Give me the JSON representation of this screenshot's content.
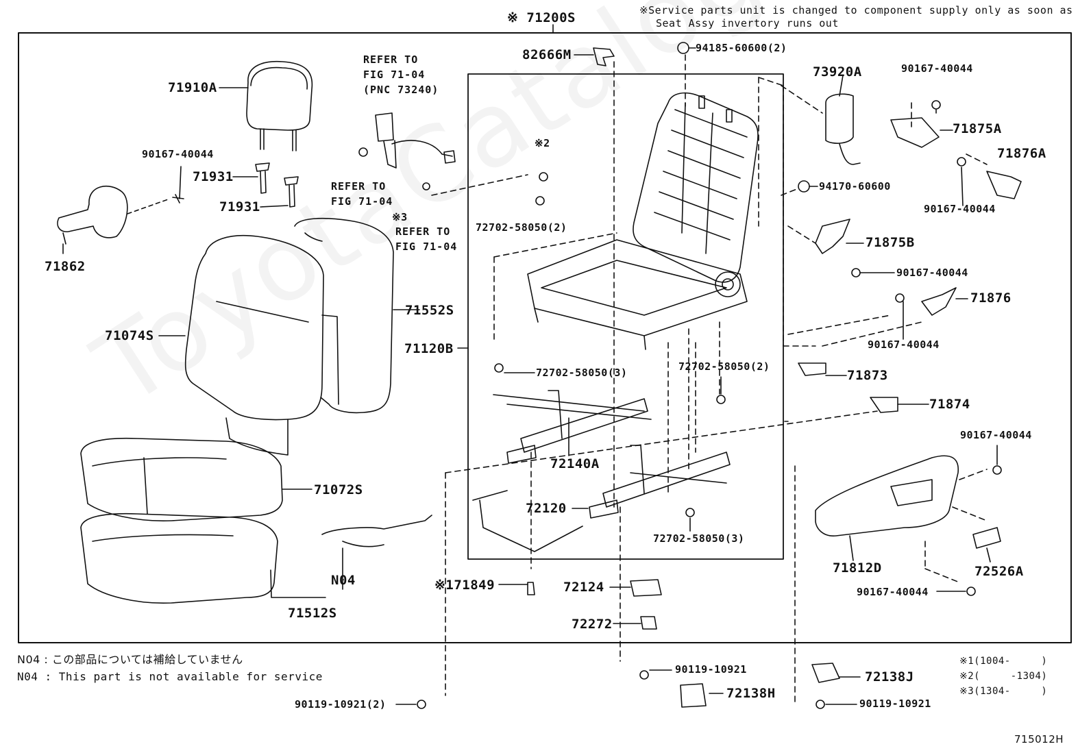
{
  "watermark": "ToyotaCatalog.ru",
  "service_note": [
    "※Service parts unit is changed to component supply only as soon as",
    "Seat Assy invertory runs out"
  ],
  "parts": {
    "assy": "※ 71200S",
    "p82666M": "82666M",
    "p94185": "94185-60600(2)",
    "p73920A": "73920A",
    "p90167_a": "90167-40044",
    "p71875A": "71875A",
    "p71876A": "71876A",
    "p90167_b": "90167-40044",
    "p94170": "94170-60600",
    "p71875B": "71875B",
    "p90167_c": "90167-40044",
    "p71876": "71876",
    "p90167_d": "90167-40044",
    "p71873": "71873",
    "p71874": "71874",
    "p90167_e": "90167-40044",
    "p71812D": "71812D",
    "p72526A": "72526A",
    "p90167_f": "90167-40044",
    "p71910A": "71910A",
    "p90167_g": "90167-40044",
    "p71931_a": "71931",
    "p71931_b": "71931",
    "p71862": "71862",
    "p71074S": "71074S",
    "p71552S": "71552S",
    "p71120B": "71120B",
    "p72702_a": "72702-58050(2)",
    "mark2": "※2",
    "mark3": "※3",
    "p72702_b": "72702-58050(3)",
    "p72702_c": "72702-58050(2)",
    "p72140A": "72140A",
    "p72120": "72120",
    "p72702_d": "72702-58050(3)",
    "p71072S": "71072S",
    "p71512S": "71512S",
    "pN04": "N04",
    "p171849": "※171849",
    "p72124": "72124",
    "p72272": "72272",
    "p90119_a": "90119-10921",
    "p72138H": "72138H",
    "p72138J": "72138J",
    "p90119_b": "90119-10921",
    "p90119_c": "90119-10921(2)"
  },
  "refs": {
    "ref1": [
      "REFER TO",
      "FIG 71-04",
      "(PNC 73240)"
    ],
    "ref2": [
      "REFER TO",
      "FIG 71-04"
    ],
    "ref3": [
      "REFER TO",
      "FIG 71-04"
    ]
  },
  "notes": {
    "n04_jp": "N04 : この部品については補給していません",
    "n04_en": "N04 : This part is not available for service"
  },
  "symbols": [
    "※1(1004-     )",
    "※2(     -1304)",
    "※3(1304-     )"
  ],
  "figure_id": "715012H"
}
